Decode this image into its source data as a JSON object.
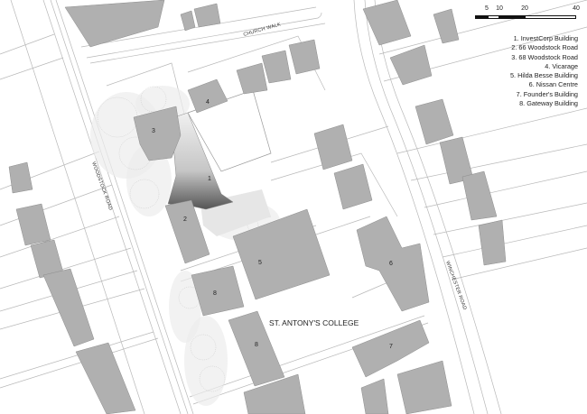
{
  "drawing": {
    "type": "site-plan",
    "college_label": "ST. ANTONY'S COLLEGE",
    "roads": {
      "church_walk": "CHURCH WALK",
      "woodstock_road": "WOODSTOCK ROAD",
      "winchester_road": "WINCHESTER ROAD"
    },
    "building_numbers": [
      "1",
      "2",
      "3",
      "4",
      "5",
      "6",
      "7",
      "8",
      "8"
    ]
  },
  "scale": {
    "ticks": [
      "5",
      "10",
      "20",
      "40"
    ],
    "units_hint": ""
  },
  "legend": {
    "items": [
      "1. InvestCorp Building",
      "2. 66 Woodstock Road",
      "3. 68 Woodstock Road",
      "4. Vicarage",
      "5. Hilda Besse Building",
      "6. Nissan Centre",
      "7. Founder's Building",
      "8. Gateway Building"
    ]
  },
  "colors": {
    "building_fill": "#b0b0b0",
    "line": "#b8b8b8",
    "background": "#ffffff"
  }
}
